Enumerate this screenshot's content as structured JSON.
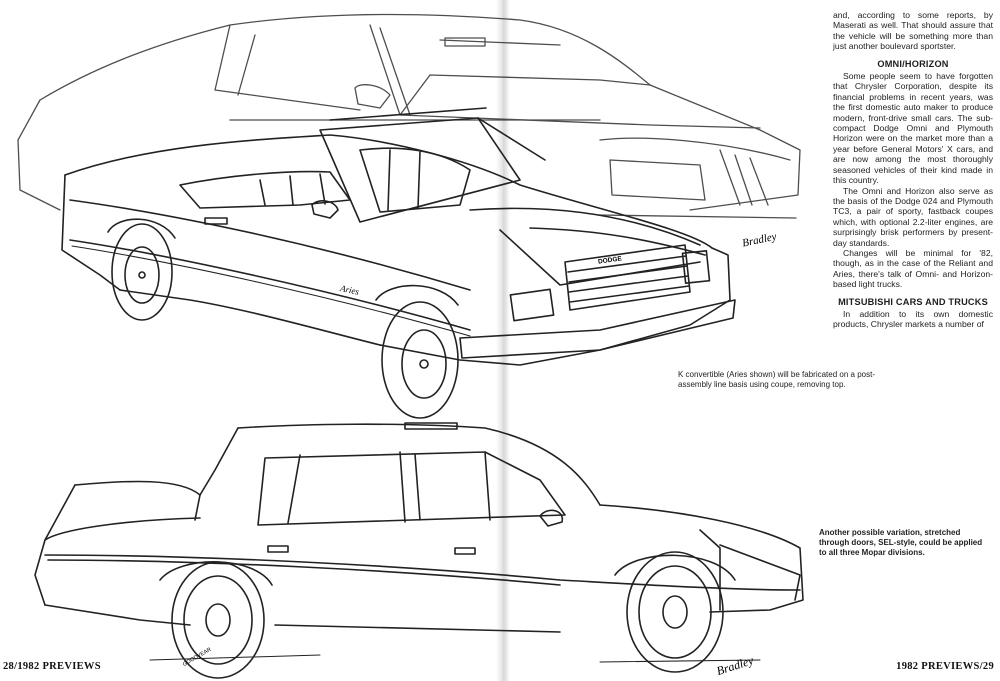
{
  "column": {
    "intro": "and, according to some reports, by Maserati as well. That should assure that the vehicle will be something more than just another boulevard sportster.",
    "sections": [
      {
        "heading": "OMNI/HORIZON",
        "paragraphs": [
          "Some people seem to have forgotten that Chrysler Corporation, despite its financial problems in recent years, was the first domestic auto maker to produce modern, front-drive small cars. The sub-compact Dodge Omni and Plymouth Horizon were on the market more than a year before General Motors' X cars, and are now among the most thoroughly seasoned vehicles of their kind made in this country.",
          "The Omni and Horizon also serve as the basis of the Dodge 024 and Plymouth TC3, a pair of sporty, fastback coupes which, with optional 2.2-liter engines, are surprisingly brisk performers by present-day standards.",
          "Changes will be minimal for '82, though, as in the case of the Reliant and Aries, there's talk of Omni- and Horizon-based light trucks."
        ]
      },
      {
        "heading": "MITSUBISHI CARS AND TRUCKS",
        "paragraphs": [
          "In addition to its own domestic products, Chrysler markets a number of"
        ]
      }
    ]
  },
  "captions": {
    "convertible": "K convertible (Aries shown) will be fabricated on a post-assembly line basis using coupe, removing top.",
    "stretched": "Another possible variation, stretched through doors, SEL-style, could be applied to all three Mopar divisions."
  },
  "drawing_text": {
    "front_badge": "DODGE",
    "fender_script": "Aries",
    "signature_top": "Bradley",
    "signature_bottom": "Bradley",
    "tire_lettering": "GOODYEAR"
  },
  "folios": {
    "left": "28/1982 PREVIEWS",
    "right": "1982 PREVIEWS/29"
  }
}
